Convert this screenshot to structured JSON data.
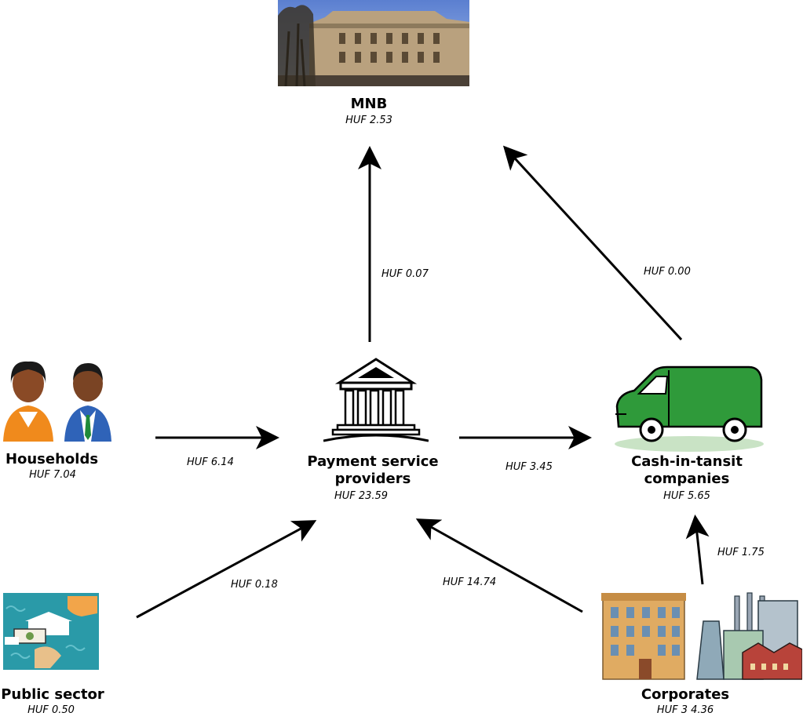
{
  "nodes": {
    "mnb": {
      "title": "MNB",
      "value": "HUF  2.53"
    },
    "psp": {
      "title_line1": "Payment service",
      "title_line2": "providers",
      "value": "HUF  23.59"
    },
    "households": {
      "title": "Households",
      "value": "HUF  7.04"
    },
    "cit": {
      "title_line1": "Cash-in-tansit",
      "title_line2": "companies",
      "value": "HUF  5.65"
    },
    "public": {
      "title": "Public sector",
      "value": "HUF  0.50"
    },
    "corporates": {
      "title": "Corporates",
      "value": "HUF  3 4.36"
    }
  },
  "flows": {
    "psp_to_mnb": "HUF  0.07",
    "cit_to_mnb": "HUF  0.00",
    "households_to_psp": "HUF  6.14",
    "psp_to_cit": "HUF  3.45",
    "public_to_psp": "HUF  0.18",
    "corporates_to_psp": "HUF  14.74",
    "corporates_to_cit": "HUF  1.75"
  }
}
